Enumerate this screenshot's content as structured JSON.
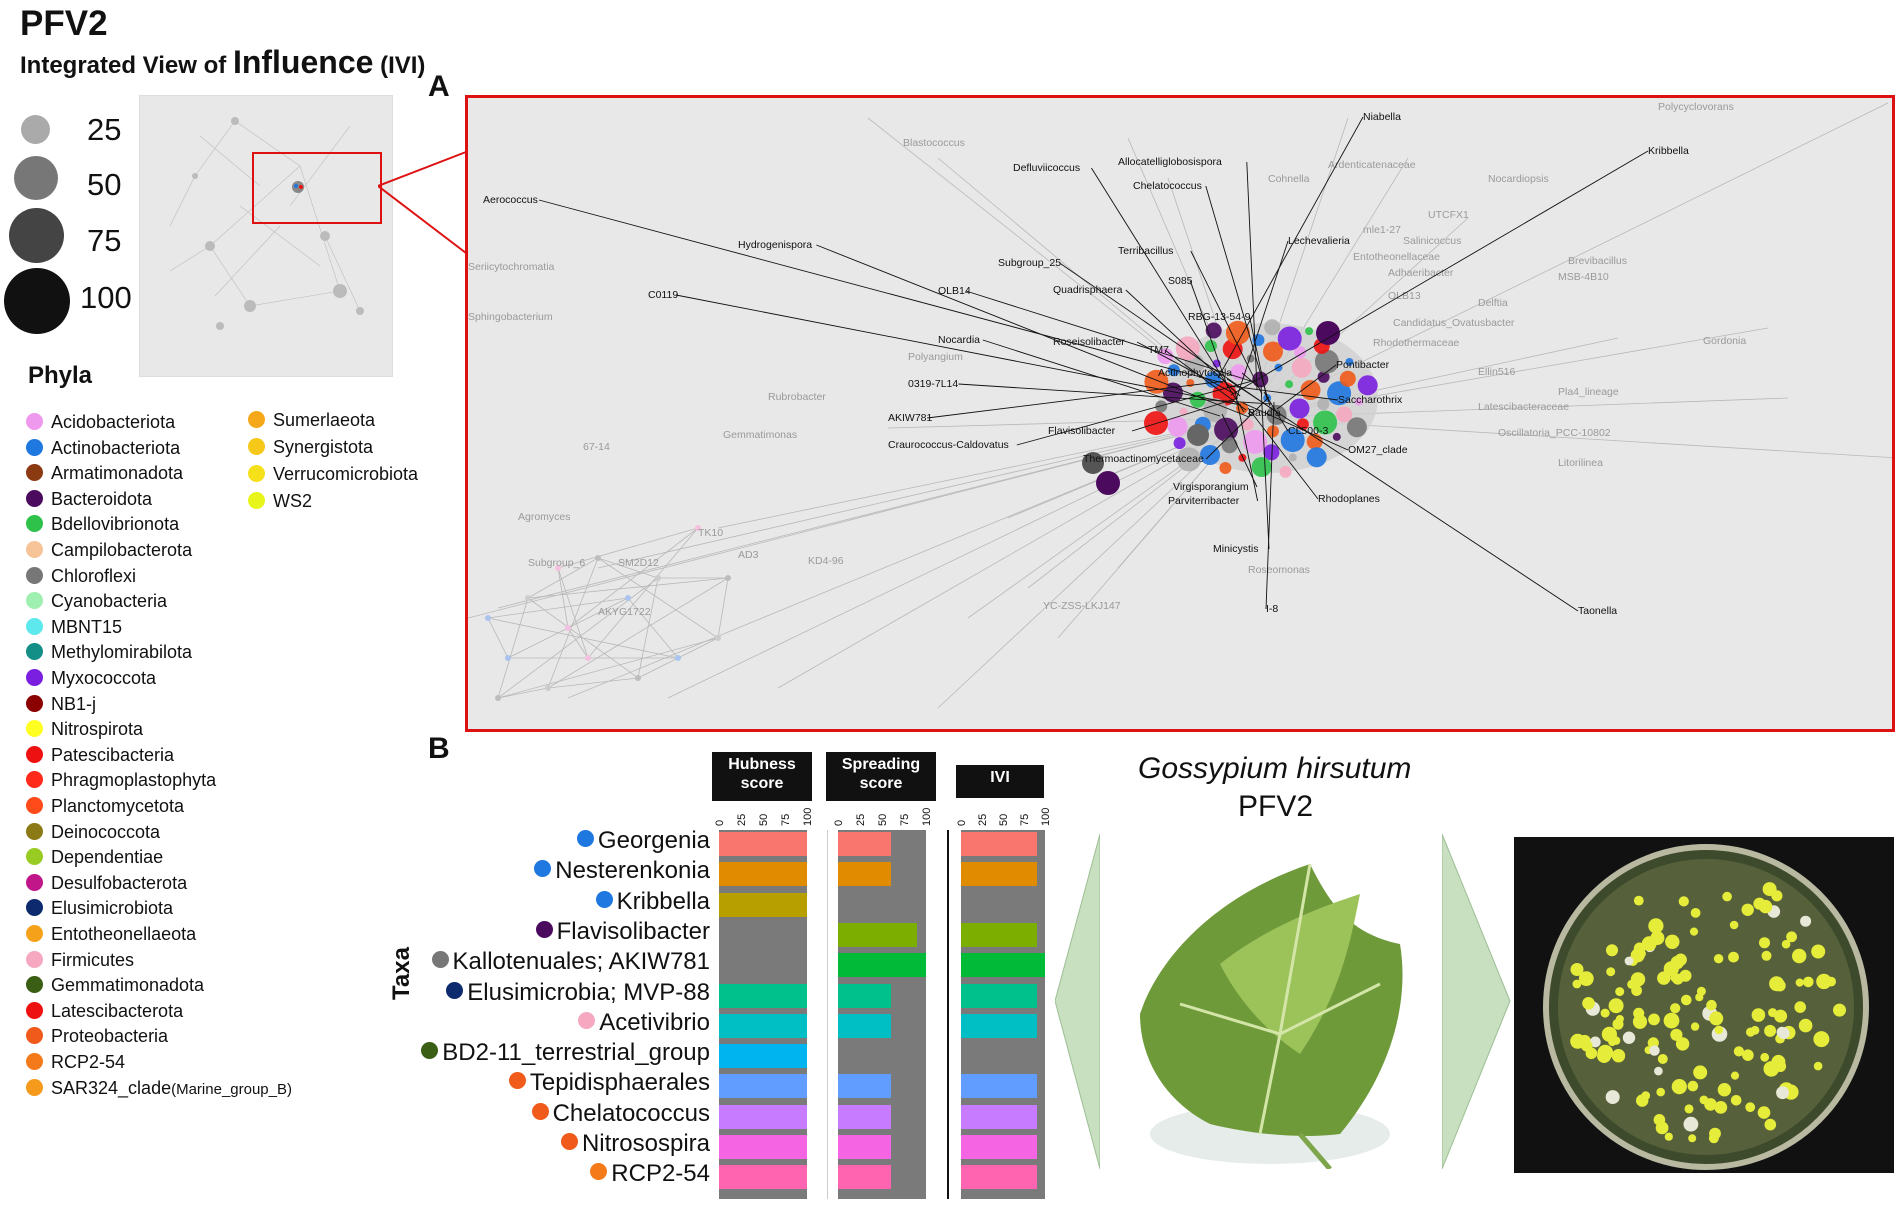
{
  "title": "PFV2",
  "subtitle": {
    "prefix": "Integrated View of ",
    "big": "Influence",
    "suffix": " (IVI)"
  },
  "size_legend": [
    {
      "label": "25",
      "color": "#aaaaaa"
    },
    {
      "label": "50",
      "color": "#777777"
    },
    {
      "label": "75",
      "color": "#444444"
    },
    {
      "label": "100",
      "color": "#111111"
    }
  ],
  "phyla_title": "Phyla",
  "phyla_col1": [
    {
      "label": "Acidobacteriota",
      "color": "#ee99ee"
    },
    {
      "label": "Actinobacteriota",
      "color": "#1f77e0"
    },
    {
      "label": "Armatimonadota",
      "color": "#8b3a12"
    },
    {
      "label": "Bacteroidota",
      "color": "#4b0a5e"
    },
    {
      "label": "Bdellovibrionota",
      "color": "#2ec24a"
    },
    {
      "label": "Campilobacterota",
      "color": "#f7c49a"
    },
    {
      "label": "Chloroflexi",
      "color": "#777777"
    },
    {
      "label": "Cyanobacteria",
      "color": "#9ff0b0"
    },
    {
      "label": "MBNT15",
      "color": "#5ce8ec"
    },
    {
      "label": "Methylomirabilota",
      "color": "#138f87"
    },
    {
      "label": "Myxococcota",
      "color": "#7a1ee0"
    },
    {
      "label": "NB1-j",
      "color": "#8b0000"
    },
    {
      "label": "Nitrospirota",
      "color": "#ffff22"
    },
    {
      "label": "Patescibacteria",
      "color": "#ee1111"
    },
    {
      "label": "Phragmoplastophyta",
      "color": "#ff2a1a"
    },
    {
      "label": "Planctomycetota",
      "color": "#ff4a1a"
    },
    {
      "label": "Deinococcota",
      "color": "#8b7a16"
    },
    {
      "label": "Dependentiae",
      "color": "#99cc22"
    },
    {
      "label": "Desulfobacterota",
      "color": "#c0168a"
    },
    {
      "label": "Elusimicrobiota",
      "color": "#0d2a6e"
    },
    {
      "label": "Entotheonellaeota",
      "color": "#f5a21a"
    },
    {
      "label": "Firmicutes",
      "color": "#f5a8c0"
    },
    {
      "label": "Gemmatimonadota",
      "color": "#3a5e14"
    },
    {
      "label": "Latescibacterota",
      "color": "#ee1111"
    },
    {
      "label": "Proteobacteria",
      "color": "#f05a1a"
    },
    {
      "label": "RCP2-54",
      "color": "#f57a1a"
    },
    {
      "label": "SAR324_clade",
      "suffix": "(Marine_group_B)",
      "color": "#f59a1a"
    }
  ],
  "phyla_col2": [
    {
      "label": "Sumerlaeota",
      "color": "#f5a81a"
    },
    {
      "label": "Synergistota",
      "color": "#f5c81a"
    },
    {
      "label": "Verrucomicrobiota",
      "color": "#f5e01a"
    },
    {
      "label": "WS2",
      "color": "#e8f51a"
    }
  ],
  "panel_a_label": "A",
  "panel_b_label": "B",
  "network_labels": {
    "highlighted": [
      "Niabella",
      "Kribbella",
      "Defluviicoccus",
      "Allocatelliglobosispora",
      "Chelatococcus",
      "Aerococcus",
      "Lechevalieria",
      "Hydrogenispora",
      "Terribacillus",
      "Subgroup_25",
      "S085",
      "C0119",
      "OLB14",
      "RBG-13-54-9",
      "Nocardia",
      "Roseisolibacter",
      "TM7",
      "Actinophytocola",
      "0319-7L14",
      "AKIW781",
      "Flavisolibacter",
      "Baudia",
      "CL500-3",
      "Pontibacter",
      "Saccharothrix",
      "OM27_clade",
      "Craurococcus-Caldovatus",
      "Thermoactinomycetaceae",
      "Virgisporangium",
      "Parviterribacter",
      "Rhodoplanes",
      "Minicystis",
      "I-8",
      "Taonella",
      "Quadrisphaera"
    ],
    "faded": [
      "Polycyclovorans",
      "Blastococcus",
      "Cohnella",
      "Ardenticatenaceae",
      "Nocardiopsis",
      "UTCFX1",
      "mle1-27",
      "Salinicoccus",
      "Entotheonellaceae",
      "Brevibacillus",
      "Adhaeribacter",
      "MSB-4B10",
      "Seriicytochromatia",
      "Sphingobacterium",
      "OLB13",
      "Delftia",
      "Candidatus_Ovatusbacter",
      "Gordonia",
      "Rhodothermaceae",
      "Polyangium",
      "Ellin516",
      "Pla4_lineage",
      "Rubrobacter",
      "Latescibacteraceae",
      "Oscillatoria_PCC-10802",
      "Gemmatimonas",
      "Litorilinea",
      "67-14",
      "Agromyces",
      "TK10",
      "Roseomonas",
      "YC-ZSS-LKJ147",
      "Subgroup_6",
      "AKYG1722",
      "SM2D12",
      "KD4-96",
      "AD3"
    ]
  },
  "headers": {
    "hubness": "Hubness score",
    "spreading": "Spreading score",
    "ivi": "IVI"
  },
  "axis_ticks": [
    "0",
    "25",
    "50",
    "75",
    "100"
  ],
  "taxa_axis_label": "Taxa",
  "chart_data": {
    "type": "bar",
    "orientation": "horizontal",
    "xlim": [
      0,
      100
    ],
    "categories": [
      "Georgenia",
      "Nesterenkonia",
      "Kribbella",
      "Flavisolibacter",
      "Kallotenuales; AKIW781",
      "Elusimicrobia; MVP-88",
      "Acetivibrio",
      "BD2-11_terrestrial_group",
      "Tepidisphaerales",
      "Chelatococcus",
      "Nitrosospira",
      "RCP2-54"
    ],
    "category_dot_colors": [
      "#1f77e0",
      "#1f77e0",
      "#1f77e0",
      "#4b0a5e",
      "#777777",
      "#0d2a6e",
      "#f5a8c0",
      "#3a5e14",
      "#f05a1a",
      "#f05a1a",
      "#f05a1a",
      "#f57a1a"
    ],
    "bar_colors": [
      "#f8766d",
      "#e08b00",
      "#b79f00",
      "#7cae00",
      "#00ba38",
      "#00c08b",
      "#00bfc4",
      "#00b4ef",
      "#619cff",
      "#c77cff",
      "#f564e3",
      "#ff64b0"
    ],
    "series": [
      {
        "name": "Hubness score",
        "values": [
          100,
          100,
          100,
          0,
          0,
          100,
          100,
          100,
          100,
          100,
          100,
          100
        ]
      },
      {
        "name": "Spreading score",
        "values": [
          60,
          60,
          0,
          90,
          100,
          60,
          60,
          0,
          60,
          60,
          60,
          60
        ]
      },
      {
        "name": "IVI",
        "values": [
          90,
          90,
          0,
          90,
          100,
          90,
          90,
          0,
          90,
          90,
          90,
          90
        ]
      }
    ]
  },
  "species": "Gossypium hirsutum",
  "species_sub": "PFV2"
}
